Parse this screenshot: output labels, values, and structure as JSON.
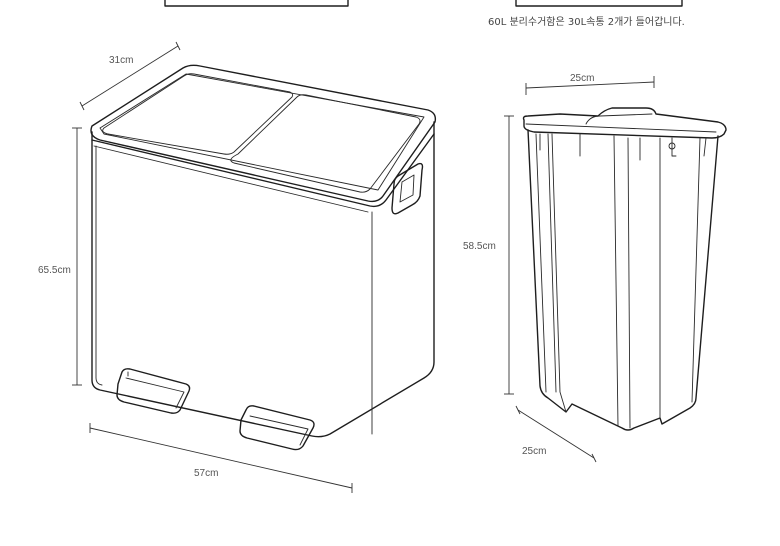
{
  "note_text": "60L 분리수거함은 30L속통 2개가 들어갑니다.",
  "bin": {
    "depth_label": "31cm",
    "height_label": "65.5cm",
    "width_label": "57cm"
  },
  "inner_bucket": {
    "width_label": "25cm",
    "height_label": "58.5cm",
    "depth_label": "25cm"
  }
}
